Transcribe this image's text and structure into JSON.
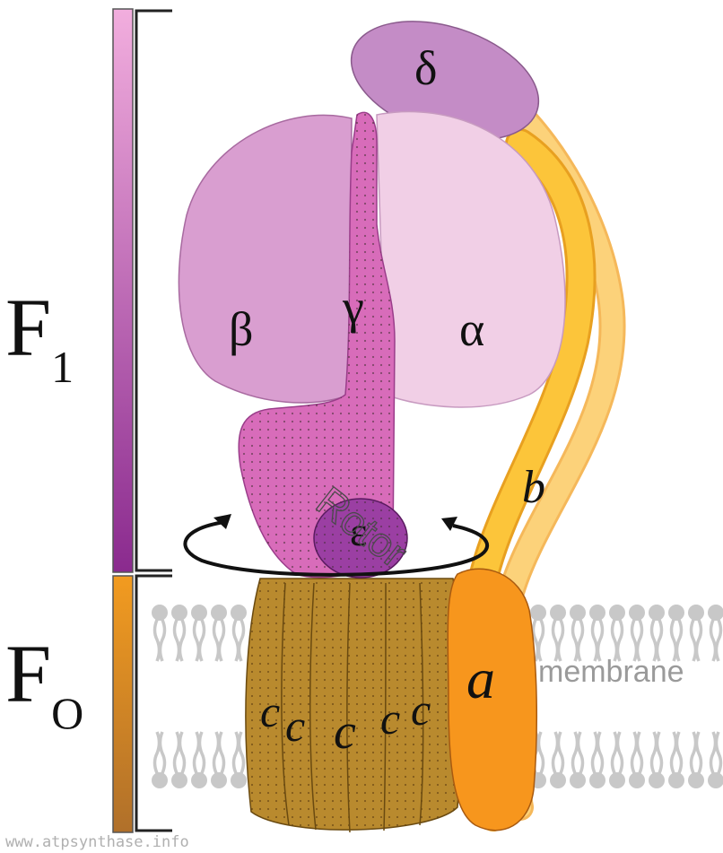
{
  "labels": {
    "delta": "δ",
    "beta": "β",
    "gamma": "γ",
    "alpha": "α",
    "epsilon": "ε",
    "b": "b",
    "a": "a",
    "c": "c",
    "rotor": "Rotor",
    "membrane": "membrane",
    "F1_main": "F",
    "F1_sub": "1",
    "Fo_main": "F",
    "Fo_sub": "O",
    "credit": "www.atpsynthase.info"
  },
  "colors": {
    "f1_bar_top": "#f2aede",
    "f1_bar_bottom": "#8a2a8e",
    "fo_bar_top": "#f29b20",
    "fo_bar_bottom": "#b0702a",
    "beta": "#d99ed0",
    "alpha": "#f1cfe6",
    "gamma": "#d86cba",
    "delta": "#c48cc6",
    "epsilon": "#9b3fa3",
    "stator_b": "#fcc53a",
    "stator_b_light": "#fcd27a",
    "subunit_a": "#f7961d",
    "c_ring": "#b98a2e",
    "lipid": "#c8c8c8"
  }
}
